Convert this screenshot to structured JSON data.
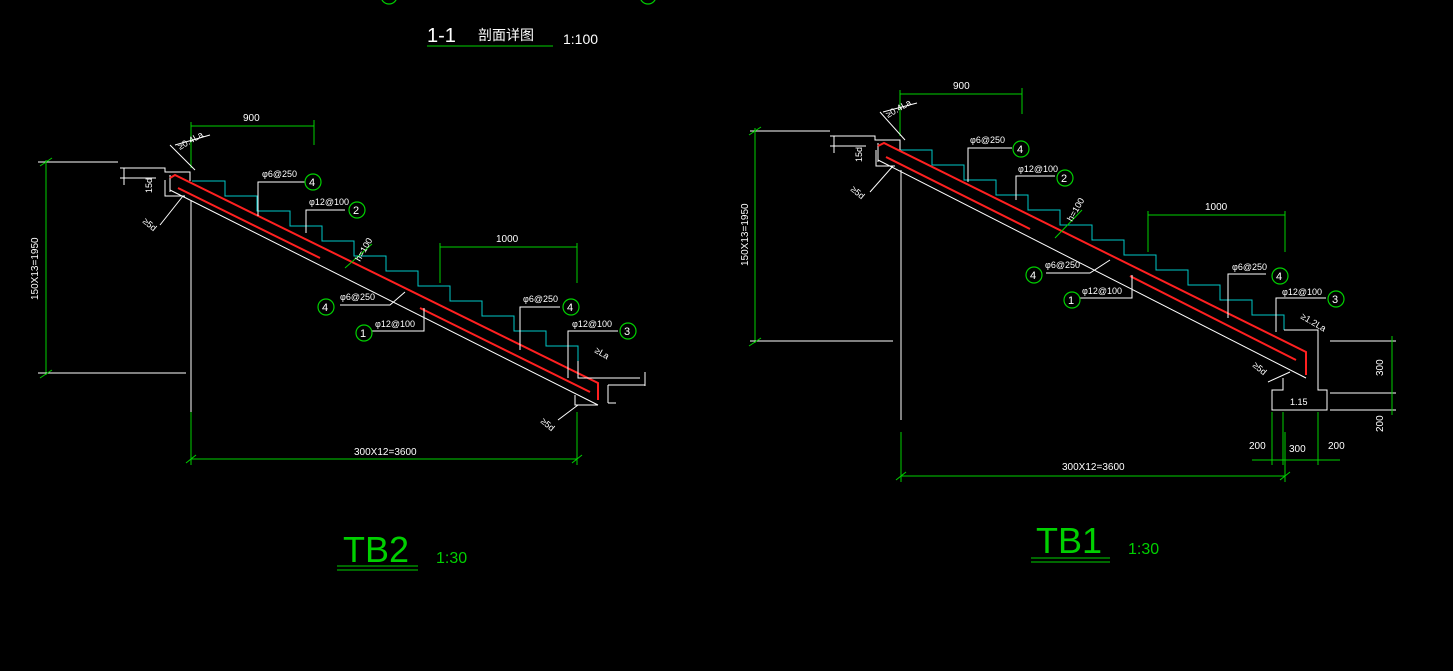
{
  "header": {
    "section_label": "1-1",
    "section_title": "剖面详图",
    "section_scale": "1:100"
  },
  "tb2": {
    "title": "TB2",
    "scale": "1:30",
    "dim_top": "900",
    "dim_right": "1000",
    "dim_bottom": "300X12=3600",
    "dim_height": "150X13=1950",
    "h_label": "h=100",
    "anchor_top": "≥0.4La",
    "anchor_top2": "15d",
    "anchor_left": "≥5d",
    "anchor_bottom": "≥5d",
    "anchor_right": "≥La",
    "labels": {
      "l4a": "φ6@250",
      "n4a": "4",
      "l2": "φ12@100",
      "n2": "2",
      "l4b": "φ6@250",
      "n4b": "4",
      "l1": "φ12@100",
      "n1": "1",
      "l4c": "φ6@250",
      "n4c": "4",
      "l3": "φ12@100",
      "n3": "3"
    }
  },
  "tb1": {
    "title": "TB1",
    "scale": "1:30",
    "dim_top": "900",
    "dim_right": "1000",
    "dim_bottom": "300X12=3600",
    "dim_height": "150X13=1950",
    "h_label": "h=100",
    "anchor_top": "≥0.4La",
    "anchor_top2": "15d",
    "anchor_left": "≥5d",
    "anchor_bottom": "≥5d",
    "anchor_right": "≥1.2La",
    "beam_label": "1.15",
    "dim_300v": "300",
    "dim_200v": "200",
    "dim_200a": "200",
    "dim_300h": "300",
    "dim_200b": "200",
    "labels": {
      "l4a": "φ6@250",
      "n4a": "4",
      "l2": "φ12@100",
      "n2": "2",
      "l4b": "φ6@250",
      "n4b": "4",
      "l1": "φ12@100",
      "n1": "1",
      "l4c": "φ6@250",
      "n4c": "4",
      "l3": "φ12@100",
      "n3": "3"
    }
  },
  "colors": {
    "background": "#000000",
    "dimension": "#00d000",
    "outline": "#ffffff",
    "steps": "#00c8c8",
    "rebar": "#ff2020"
  }
}
